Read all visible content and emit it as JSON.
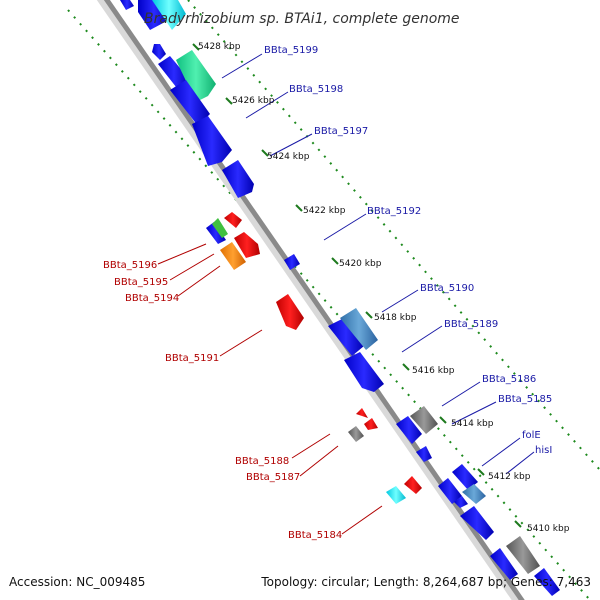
{
  "title": "Bradyrhizobium sp. BTAi1, complete genome",
  "footer": {
    "accession": "Accession: NC_009485",
    "topology": "Topology: circular; Length: 8,264,687 bp; Genes: 7,463"
  },
  "ticks": [
    "5428 kbp",
    "5426 kbp",
    "5424 kbp",
    "5422 kbp",
    "5420 kbp",
    "5418 kbp",
    "5416 kbp",
    "5414 kbp",
    "5412 kbp",
    "5410 kbp"
  ],
  "gene_labels_forward": [
    "BBta_5199",
    "BBta_5198",
    "BBta_5197",
    "BBta_5192",
    "BBta_5190",
    "BBta_5189",
    "BBta_5186",
    "BBta_5185",
    "folE",
    "hisI"
  ],
  "gene_labels_reverse": [
    "BBta_5196",
    "BBta_5195",
    "BBta_5194",
    "BBta_5191",
    "BBta_5188",
    "BBta_5187",
    "BBta_5184"
  ],
  "colors": {
    "forward_gene": "#1010e0",
    "reverse_gene": "#e01010",
    "backbone": "#888888",
    "tick_mark": "#1e7a1e"
  }
}
